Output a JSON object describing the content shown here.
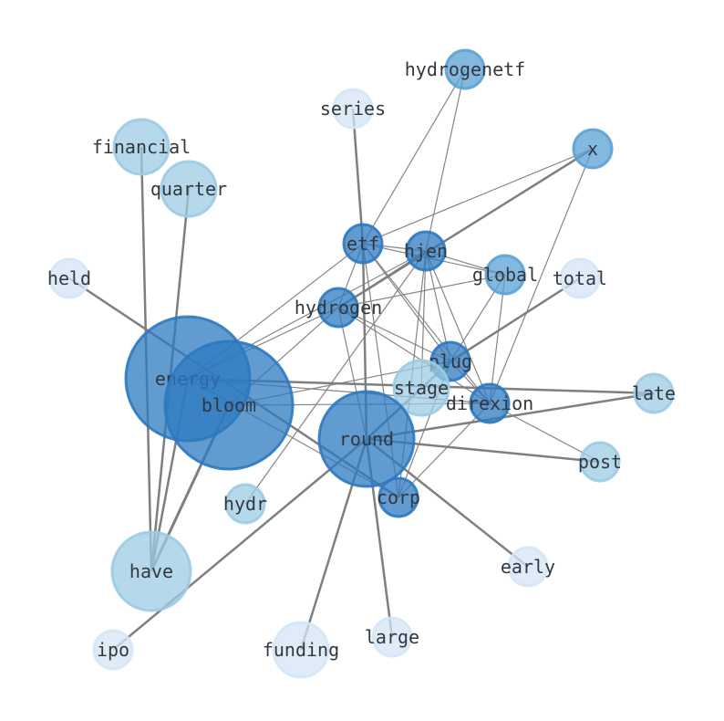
{
  "colors": {
    "edge": "#7f7f7f",
    "palette": {
      "dark": "#2c79c0",
      "mid": "#5ba2d4",
      "light": "#9ccbe3",
      "pale": "#d4e5f5"
    }
  },
  "nodes": [
    {
      "id": "hydrogenetf",
      "label": "hydrogenetf",
      "tone": "mid"
    },
    {
      "id": "series",
      "label": "series",
      "tone": "pale"
    },
    {
      "id": "financial",
      "label": "financial",
      "tone": "light"
    },
    {
      "id": "x",
      "label": "x",
      "tone": "mid"
    },
    {
      "id": "quarter",
      "label": "quarter",
      "tone": "light"
    },
    {
      "id": "etf",
      "label": "etf",
      "tone": "dark"
    },
    {
      "id": "hjen",
      "label": "hjen",
      "tone": "dark"
    },
    {
      "id": "global",
      "label": "global",
      "tone": "mid"
    },
    {
      "id": "held",
      "label": "held",
      "tone": "pale"
    },
    {
      "id": "total",
      "label": "total",
      "tone": "pale"
    },
    {
      "id": "hydrogen",
      "label": "hydrogen",
      "tone": "dark"
    },
    {
      "id": "plug",
      "label": "plug",
      "tone": "dark"
    },
    {
      "id": "energy",
      "label": "energy",
      "tone": "dark"
    },
    {
      "id": "stage",
      "label": "stage",
      "tone": "light"
    },
    {
      "id": "bloom",
      "label": "bloom",
      "tone": "dark"
    },
    {
      "id": "direxion",
      "label": "direxion",
      "tone": "dark"
    },
    {
      "id": "late",
      "label": "late",
      "tone": "light"
    },
    {
      "id": "round",
      "label": "round",
      "tone": "dark"
    },
    {
      "id": "post",
      "label": "post",
      "tone": "light"
    },
    {
      "id": "corp",
      "label": "corp",
      "tone": "dark"
    },
    {
      "id": "hydr",
      "label": "hydr",
      "tone": "light"
    },
    {
      "id": "early",
      "label": "early",
      "tone": "pale"
    },
    {
      "id": "have",
      "label": "have",
      "tone": "light"
    },
    {
      "id": "large",
      "label": "large",
      "tone": "pale"
    },
    {
      "id": "funding",
      "label": "funding",
      "tone": "pale"
    },
    {
      "id": "ipo",
      "label": "ipo",
      "tone": "pale"
    }
  ],
  "edges": [
    {
      "source": "financial",
      "target": "have",
      "weight": 2
    },
    {
      "source": "quarter",
      "target": "have",
      "weight": 2
    },
    {
      "source": "bloom",
      "target": "have",
      "weight": 3
    },
    {
      "source": "energy",
      "target": "have",
      "weight": 2
    },
    {
      "source": "held",
      "target": "corp",
      "weight": 2
    },
    {
      "source": "series",
      "target": "etf",
      "weight": 2
    },
    {
      "source": "etf",
      "target": "round",
      "weight": 2
    },
    {
      "source": "round",
      "target": "plug",
      "weight": 2
    },
    {
      "source": "plug",
      "target": "total",
      "weight": 2
    },
    {
      "source": "round",
      "target": "late",
      "weight": 2
    },
    {
      "source": "round",
      "target": "post",
      "weight": 2
    },
    {
      "source": "round",
      "target": "early",
      "weight": 2
    },
    {
      "source": "round",
      "target": "large",
      "weight": 2
    },
    {
      "source": "round",
      "target": "funding",
      "weight": 2
    },
    {
      "source": "round",
      "target": "ipo",
      "weight": 2
    },
    {
      "source": "energy",
      "target": "late",
      "weight": 2
    },
    {
      "source": "bloom",
      "target": "direxion",
      "weight": 1
    },
    {
      "source": "hydrogenetf",
      "target": "etf",
      "weight": 1
    },
    {
      "source": "hydrogenetf",
      "target": "hjen",
      "weight": 1
    },
    {
      "source": "x",
      "target": "etf",
      "weight": 1
    },
    {
      "source": "x",
      "target": "hydrogen",
      "weight": 2
    },
    {
      "source": "x",
      "target": "direxion",
      "weight": 1
    },
    {
      "source": "etf",
      "target": "hjen",
      "weight": 1
    },
    {
      "source": "etf",
      "target": "global",
      "weight": 1
    },
    {
      "source": "etf",
      "target": "hydrogen",
      "weight": 1
    },
    {
      "source": "etf",
      "target": "plug",
      "weight": 1
    },
    {
      "source": "etf",
      "target": "direxion",
      "weight": 1
    },
    {
      "source": "etf",
      "target": "corp",
      "weight": 1
    },
    {
      "source": "etf",
      "target": "energy",
      "weight": 1
    },
    {
      "source": "hjen",
      "target": "global",
      "weight": 1
    },
    {
      "source": "hjen",
      "target": "hydrogen",
      "weight": 1
    },
    {
      "source": "hjen",
      "target": "plug",
      "weight": 1
    },
    {
      "source": "hjen",
      "target": "direxion",
      "weight": 1
    },
    {
      "source": "hjen",
      "target": "corp",
      "weight": 1
    },
    {
      "source": "hjen",
      "target": "stage",
      "weight": 1
    },
    {
      "source": "hjen",
      "target": "hydr",
      "weight": 1
    },
    {
      "source": "hjen",
      "target": "energy",
      "weight": 1
    },
    {
      "source": "global",
      "target": "hydrogen",
      "weight": 1
    },
    {
      "source": "global",
      "target": "direxion",
      "weight": 1
    },
    {
      "source": "global",
      "target": "plug",
      "weight": 1
    },
    {
      "source": "hydrogen",
      "target": "plug",
      "weight": 1
    },
    {
      "source": "hydrogen",
      "target": "direxion",
      "weight": 1
    },
    {
      "source": "hydrogen",
      "target": "energy",
      "weight": 1
    },
    {
      "source": "hydrogen",
      "target": "bloom",
      "weight": 1
    },
    {
      "source": "plug",
      "target": "direxion",
      "weight": 1
    },
    {
      "source": "plug",
      "target": "corp",
      "weight": 1
    },
    {
      "source": "plug",
      "target": "bloom",
      "weight": 1
    },
    {
      "source": "direxion",
      "target": "corp",
      "weight": 1
    },
    {
      "source": "direxion",
      "target": "energy",
      "weight": 1
    },
    {
      "source": "direxion",
      "target": "post",
      "weight": 1
    },
    {
      "source": "stage",
      "target": "round",
      "weight": 1
    },
    {
      "source": "energy",
      "target": "corp",
      "weight": 1
    },
    {
      "source": "hydrogen",
      "target": "round",
      "weight": 1
    }
  ]
}
